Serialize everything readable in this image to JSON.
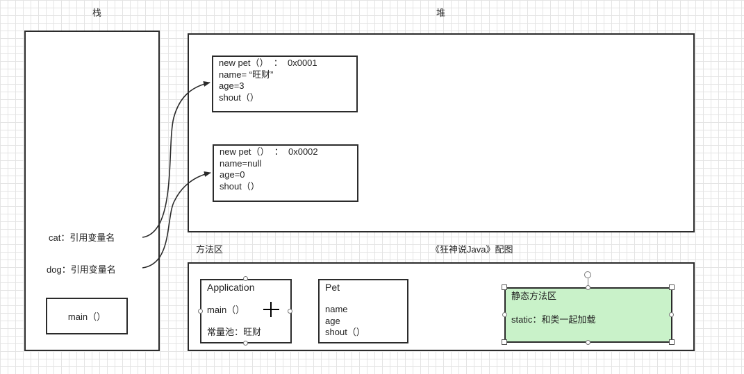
{
  "labels": {
    "stack": "栈",
    "heap": "堆",
    "method_area": "方法区",
    "caption": "《狂神说Java》配图"
  },
  "stack": {
    "cat": "cat：引用变量名",
    "dog": "dog：引用变量名",
    "main": "main（）"
  },
  "heap": {
    "obj1": [
      "new pet（）  ：  0x0001",
      "name= “旺财”",
      "age=3",
      "shout（）"
    ],
    "obj2": [
      "new pet（）  ：  0x0002",
      "name=null",
      "age=0",
      "shout（）"
    ]
  },
  "method": {
    "application": {
      "title": "Application",
      "main": "main（）",
      "pool": "常量池：旺财"
    },
    "pet": {
      "title": "Pet",
      "lines": [
        "name",
        "age",
        "shout（）"
      ]
    },
    "static": {
      "title": "静态方法区",
      "text": "static：和类一起加载"
    }
  },
  "colors": {
    "static_fill": "#c9f2c9",
    "border": "#2b2b2b"
  }
}
